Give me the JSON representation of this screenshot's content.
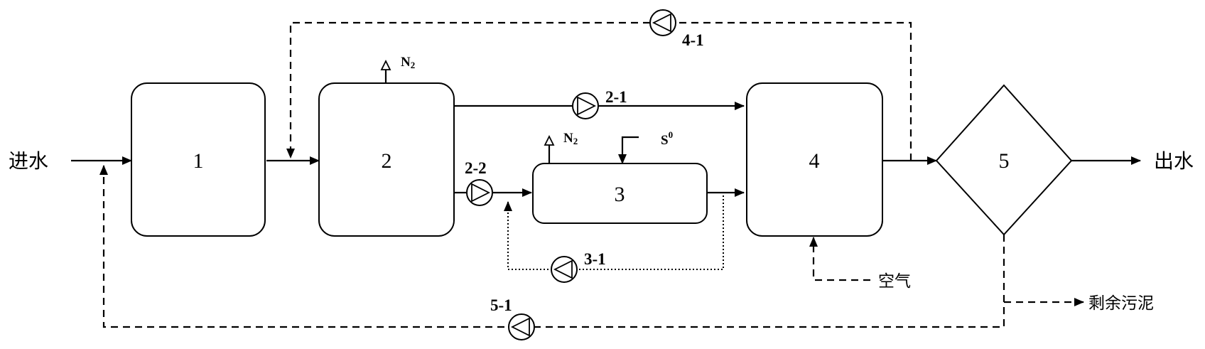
{
  "units": {
    "u1": {
      "label": "1"
    },
    "u2": {
      "label": "2"
    },
    "u3": {
      "label": "3"
    },
    "u4": {
      "label": "4"
    },
    "u5": {
      "label": "5"
    }
  },
  "pumps": {
    "p2_1": "2-1",
    "p2_2": "2-2",
    "p3_1": "3-1",
    "p4_1": "4-1",
    "p5_1": "5-1"
  },
  "gas": {
    "n2_unit2": {
      "base": "N",
      "sub": "2"
    },
    "n2_unit3": {
      "base": "N",
      "sub": "2"
    },
    "sulfur": {
      "base": "S",
      "sup": "0"
    }
  },
  "streams": {
    "inlet": "进水",
    "outlet": "出水",
    "air": "空气",
    "excess_sludge": "剩余污泥"
  }
}
